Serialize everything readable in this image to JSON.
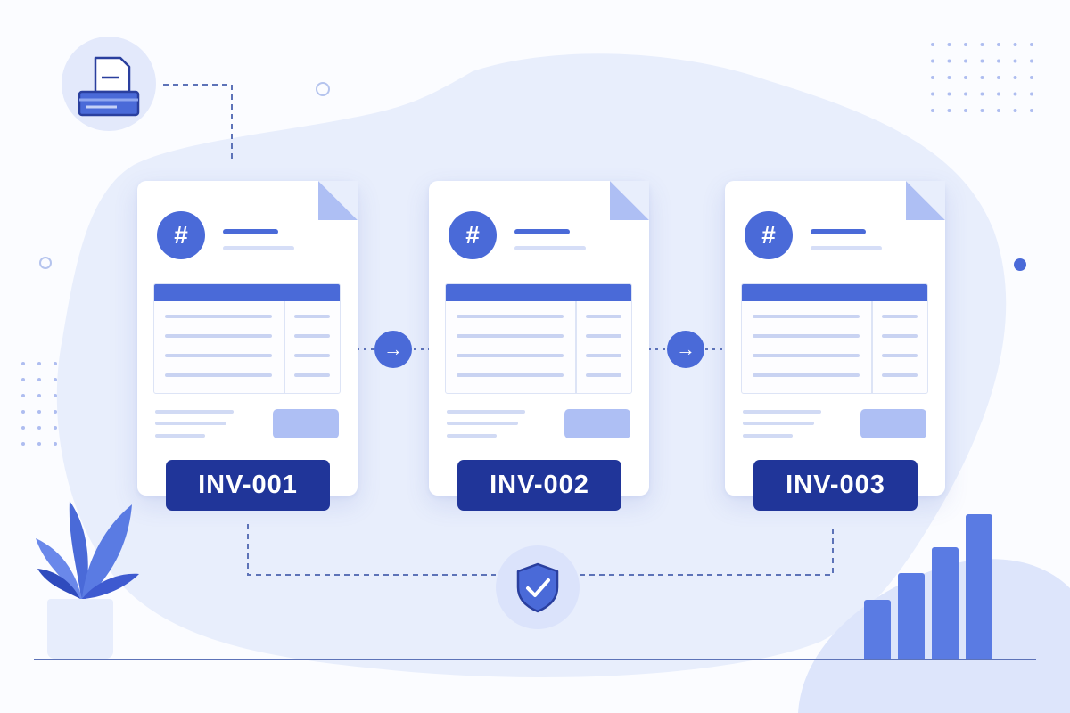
{
  "invoices": [
    {
      "id": "INV-001"
    },
    {
      "id": "INV-002"
    },
    {
      "id": "INV-003"
    }
  ],
  "icons": {
    "document_header": "hash-icon",
    "flow": "arrow-right-icon",
    "verification": "shield-check-icon",
    "source": "printer-icon",
    "decoration_plant": "plant-icon",
    "decoration_chart": "bar-chart-icon"
  },
  "hash_symbol": "#",
  "arrow_symbol": "→",
  "bar_chart_levels": [
    0.41,
    0.59,
    0.77,
    1.0
  ],
  "colors": {
    "primary": "#4a6ad8",
    "badge": "#203599",
    "blob": "#e8eefc",
    "light_accent": "#aebff4"
  }
}
